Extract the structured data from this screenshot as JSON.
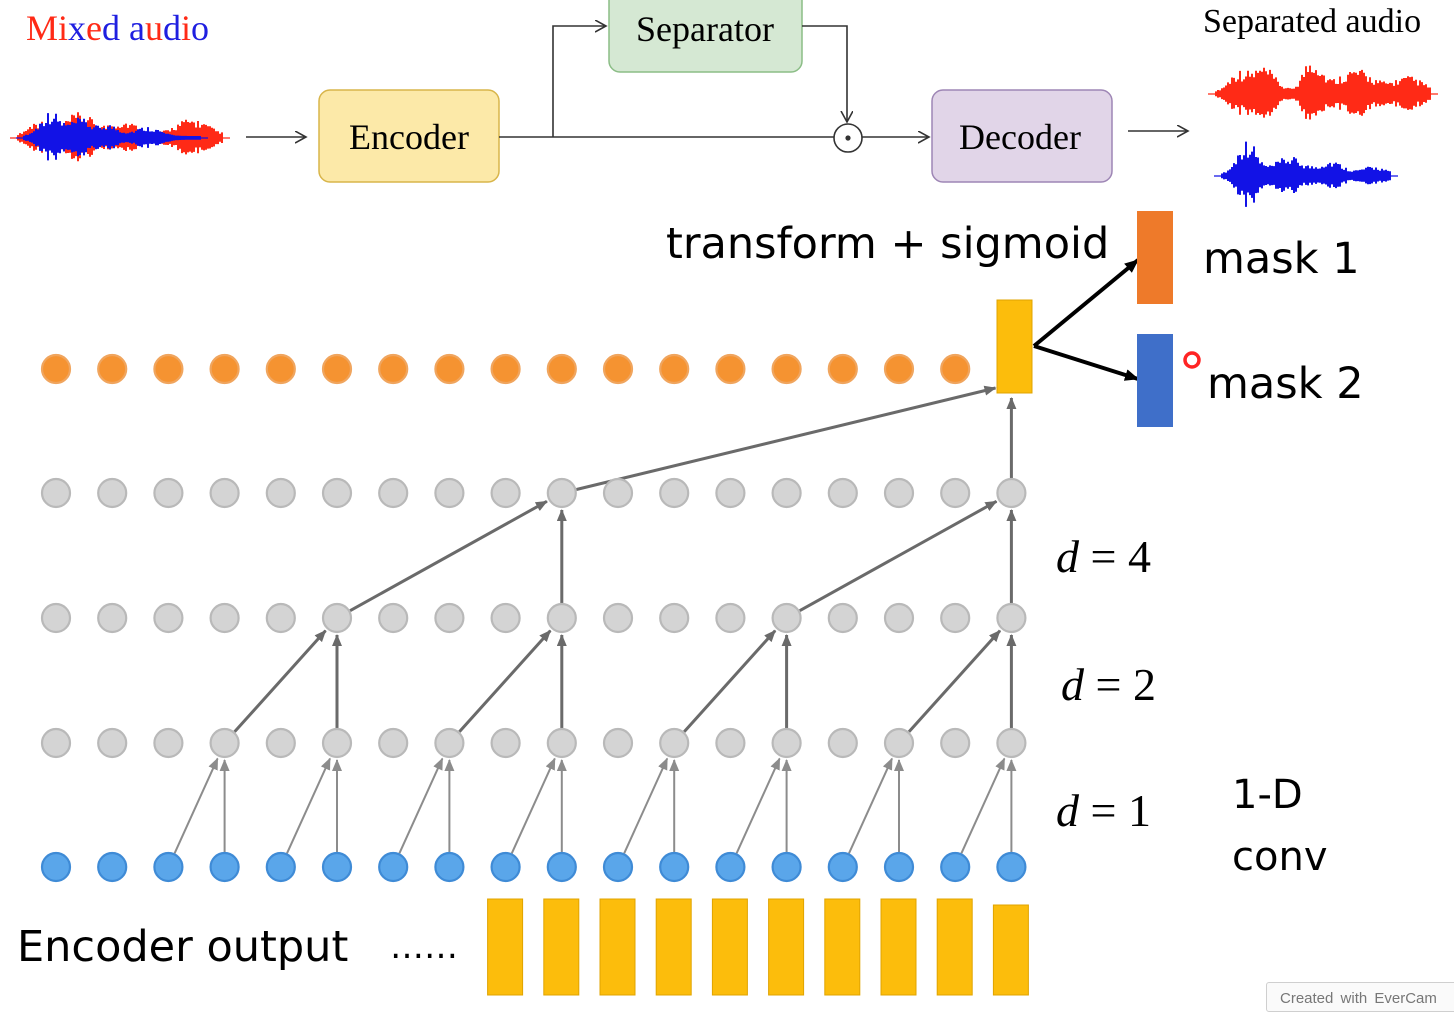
{
  "pipeline": {
    "mixed_audio_parts": [
      "Mi",
      "x",
      "e",
      "d",
      " ",
      "a",
      "u",
      "d",
      "i",
      "o"
    ],
    "mixed_audio_colors": [
      "#ff2a16",
      "#1f1fe0",
      "#ff2a16",
      "#1f1fe0",
      "#ffffff",
      "#1f1fe0",
      "#ff2a16",
      "#1f1fe0",
      "#ff2a16",
      "#1f1fe0"
    ],
    "encoder_label": "Encoder",
    "separator_label": "Separator",
    "decoder_label": "Decoder",
    "separated_audio_label": "Separated audio",
    "multiply_symbol": "⊙"
  },
  "network": {
    "transform_label": "transform + sigmoid",
    "mask1_label": "mask 1",
    "mask2_label": "mask 2",
    "dilation_var": "d",
    "dilation_eq": " = ",
    "dilation_4": "4",
    "dilation_2": "2",
    "dilation_1": "1",
    "conv_label_line1": "1-D",
    "conv_label_line2": "conv",
    "encoder_output_label": "Encoder output",
    "ellipsis": "……"
  },
  "watermark": "Created with EverCam",
  "colors": {
    "red_wave": "#ff2a16",
    "blue_wave": "#1212e6",
    "encoder_fill": "#fce9a8",
    "encoder_stroke": "#d8b54a",
    "separator_fill": "#d5e8d3",
    "separator_stroke": "#8bbd86",
    "decoder_fill": "#e1d5e8",
    "decoder_stroke": "#9e86b5",
    "orange_node": "#f59331",
    "gray_node": "#d4d4d4",
    "blue_node": "#5aa6ea",
    "yellow_bar": "#fcbd0c",
    "mask1_color": "#ee7a2a",
    "mask2_color": "#3f6fc9",
    "arrow_gray": "#6a6a6a"
  }
}
